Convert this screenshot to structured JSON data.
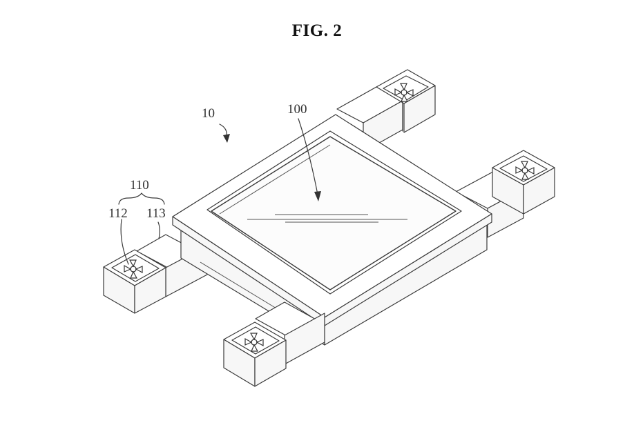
{
  "figure": {
    "title": "FIG. 2",
    "labels": {
      "device": "10",
      "body": "100",
      "arm_assembly": "110",
      "propeller": "112",
      "arm": "113"
    },
    "propeller_count": 4
  }
}
